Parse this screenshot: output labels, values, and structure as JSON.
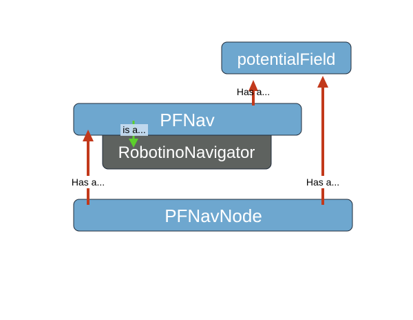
{
  "nodes": {
    "potential_field": {
      "label": "potentialField"
    },
    "pfnav": {
      "label": "PFNav"
    },
    "robotino_navigator": {
      "label": "RobotinoNavigator"
    },
    "pfnav_node": {
      "label": "PFNavNode"
    }
  },
  "relations": {
    "pfnav_to_potential_field": {
      "label": "Has a..."
    },
    "pfnav_node_to_pfnav": {
      "label": "Has a..."
    },
    "pfnav_node_to_potential_field": {
      "label": "Has a..."
    },
    "pfnav_is_robotino_navigator": {
      "label": "is a..."
    }
  },
  "colors": {
    "node_blue": "#6ea7cf",
    "node_blue_stroke": "#1f2b3a",
    "node_dark": "#5e625f",
    "has_a_arrow": "#c2391b",
    "is_a_arrow": "#5ccf2c",
    "label_highlight": "#c9def0"
  }
}
